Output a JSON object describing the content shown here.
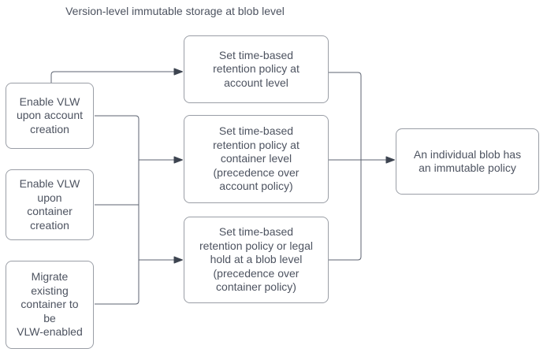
{
  "title": "Version-level immutable storage at blob level",
  "colors": {
    "background": "#ffffff",
    "text": "#4d5360",
    "box_fill": "#ffffff",
    "box_border": "#9a9ea6",
    "line": "#5c6370",
    "arrow": "#3d4450"
  },
  "diagram": {
    "nodes": [
      {
        "id": "enable-vlw-account",
        "label": "Enable VLW\nupon account\ncreation"
      },
      {
        "id": "enable-vlw-container",
        "label": "Enable VLW\nupon\ncontainer\ncreation"
      },
      {
        "id": "migrate-existing",
        "label": "Migrate\nexisting\ncontainer to\nbe\nVLW-enabled"
      },
      {
        "id": "retention-account",
        "label": "Set time-based\nretention policy at\naccount level"
      },
      {
        "id": "retention-container",
        "label": "Set time-based\nretention policy at\ncontainer level\n(precedence over\naccount policy)"
      },
      {
        "id": "retention-blob",
        "label": "Set time-based\nretention policy or legal\nhold at a blob level\n(precedence over\ncontainer policy)"
      },
      {
        "id": "blob-immutable",
        "label": "An individual blob has\nan immutable policy"
      }
    ]
  }
}
